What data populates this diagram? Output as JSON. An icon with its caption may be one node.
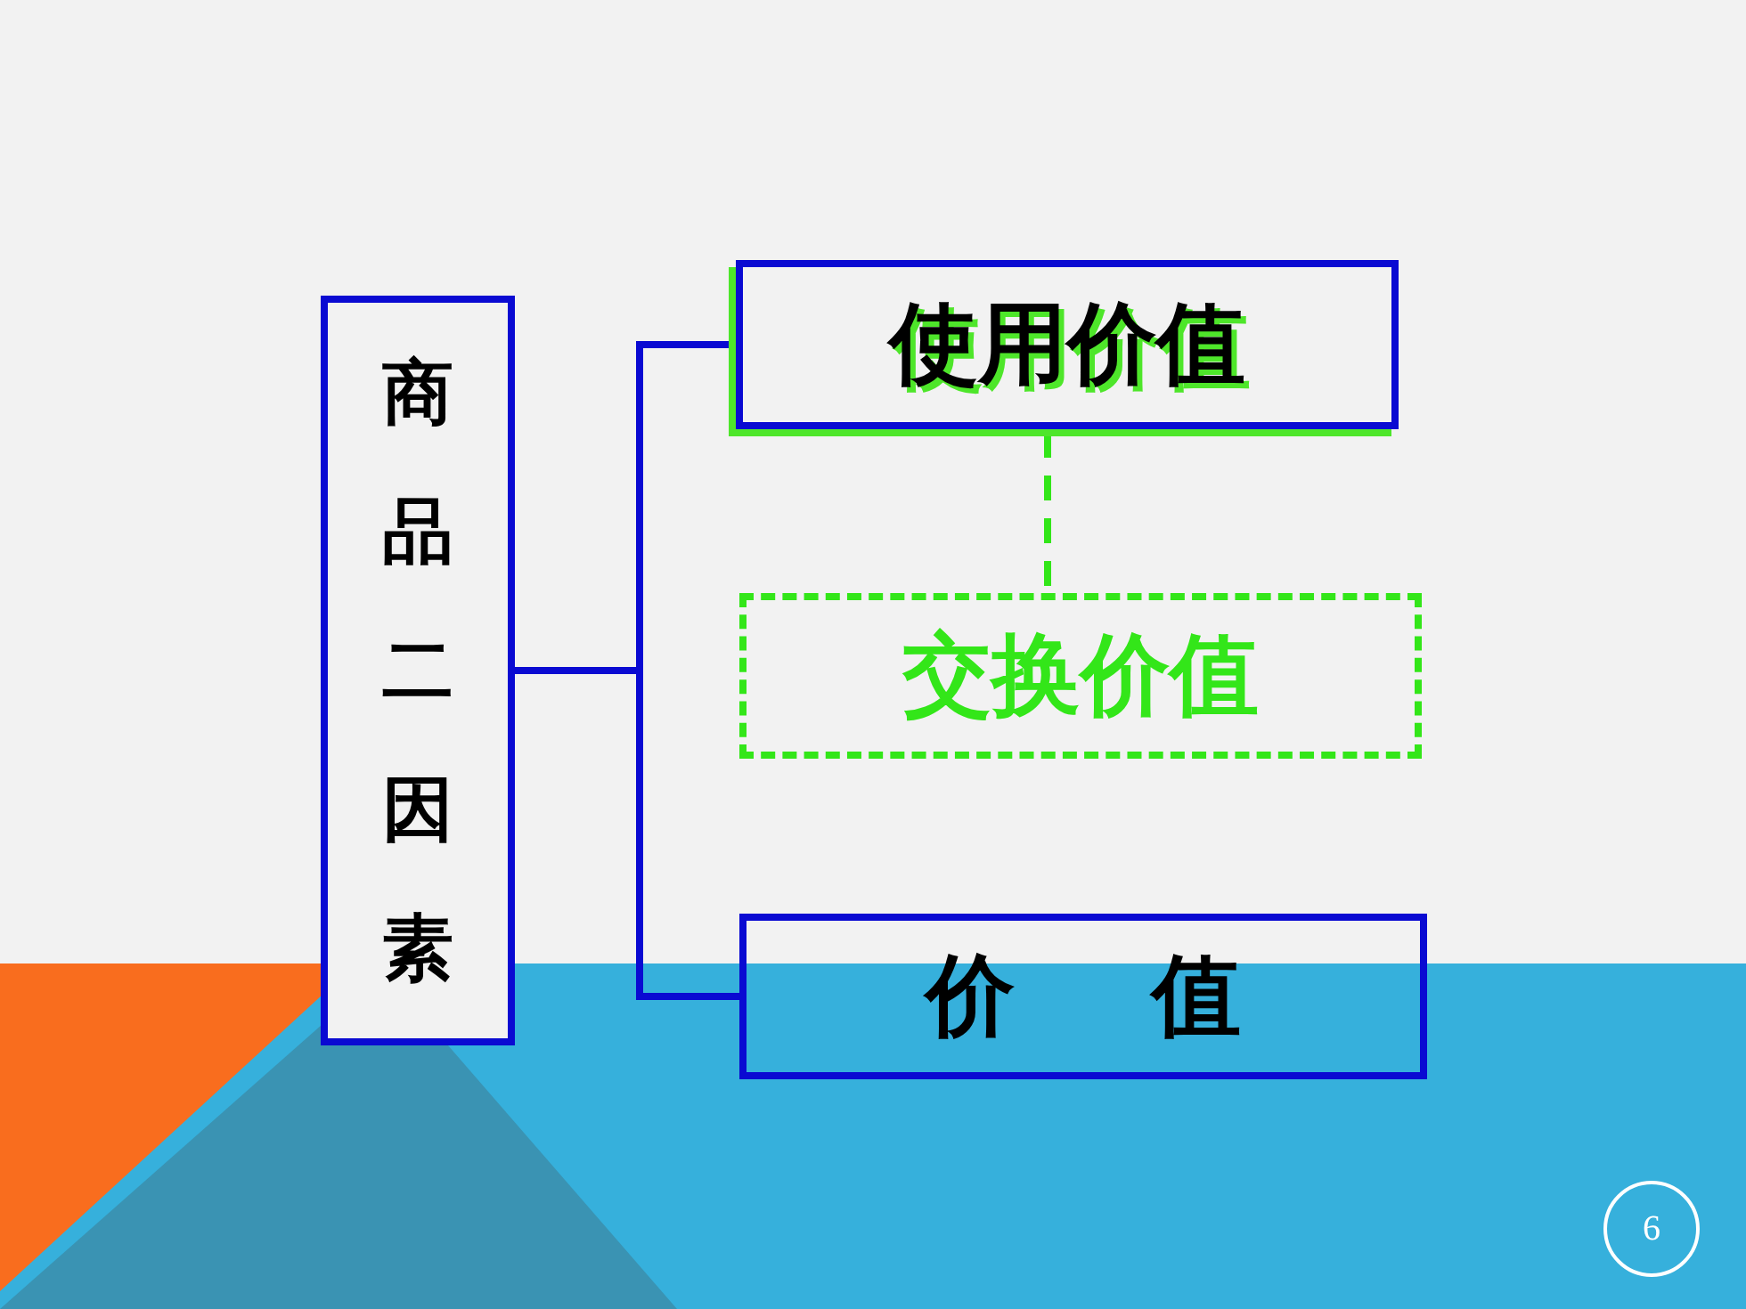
{
  "diagram": {
    "nodes": [
      {
        "text": [
          "商品二因素"
        ]
      },
      {
        "text": [
          "使用价值"
        ]
      },
      {
        "text": [
          "交换价值"
        ]
      },
      {
        "text": [
          "价 值"
        ]
      },
      {
        "text": [
          "6"
        ]
      }
    ],
    "edges": [
      {
        "from": 0,
        "to": 1,
        "arrow": "none"
      },
      {
        "from": 0,
        "to": 3,
        "arrow": "none"
      },
      {
        "from": 1,
        "to": 2,
        "arrow": "none",
        "style": "dashed",
        "color": "#33e619"
      }
    ]
  }
}
